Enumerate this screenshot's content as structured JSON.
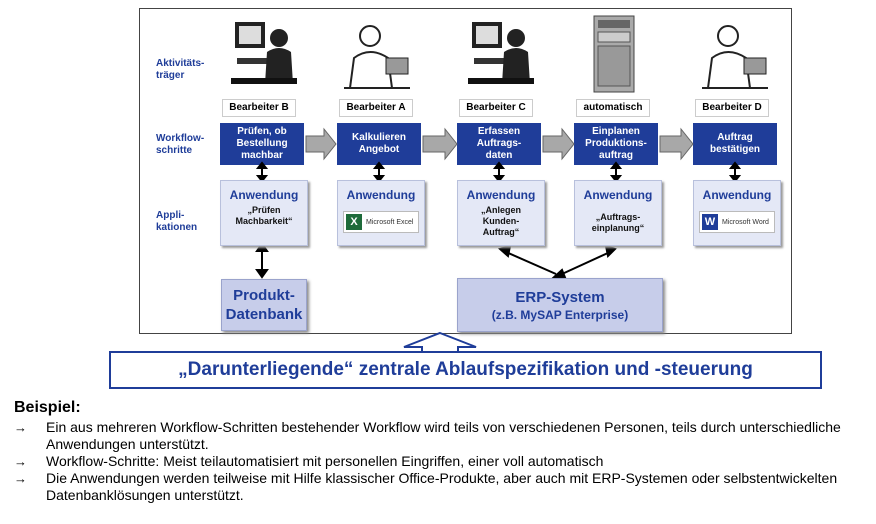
{
  "row_labels": {
    "actors": "Aktivitäts-\nträger",
    "steps": "Workflow-\nschritte",
    "apps": "Appli-\nkationen"
  },
  "columns": [
    {
      "actor": "Bearbeiter B",
      "step": "Prüfen, ob\nBestellung\nmachbar",
      "app_title": "Anwendung",
      "app_text": "„Prüfen\nMachbarkeit“",
      "app_logo": ""
    },
    {
      "actor": "Bearbeiter A",
      "step": "Kalkulieren\nAngebot",
      "app_title": "Anwendung",
      "app_text": "",
      "app_logo": "Microsoft Excel"
    },
    {
      "actor": "Bearbeiter C",
      "step": "Erfassen\nAuftrags-\ndaten",
      "app_title": "Anwendung",
      "app_text": "„Anlegen\nKunden-\nAuftrag“",
      "app_logo": ""
    },
    {
      "actor": "automatisch",
      "step": "Einplanen\nProduktions-\nauftrag",
      "app_title": "Anwendung",
      "app_text": "„Auftrags-\neinplanung“",
      "app_logo": ""
    },
    {
      "actor": "Bearbeiter D",
      "step": "Auftrag\nbestätigen",
      "app_title": "Anwendung",
      "app_text": "",
      "app_logo": "Microsoft Word"
    }
  ],
  "databases": {
    "product": {
      "line1": "Produkt-",
      "line2": "Datenbank"
    },
    "erp": {
      "line1": "ERP-System",
      "line2": "(z.B. MySAP Enterprise)"
    }
  },
  "banner": "„Darunterliegende“ zentrale Ablaufspezifikation und -steuerung",
  "notes": {
    "title": "Beispiel:",
    "items": [
      "Ein aus mehreren Workflow-Schritten bestehender Workflow wird teils von verschiedenen Personen, teils durch unterschiedliche Anwendungen unterstützt.",
      "Workflow-Schritte: Meist teilautomatisiert mit personellen Eingriffen, einer voll automatisch",
      "Die Anwendungen werden teilweise mit Hilfe klassischer Office-Produkte, aber auch mit ERP-Systemen oder selbstentwickelten Datenbanklösungen unterstützt."
    ],
    "arrow_glyph": "→"
  },
  "colors": {
    "accent": "#1f3d99",
    "app_bg": "#e4e8f6",
    "db_bg": "#c7cdea"
  }
}
